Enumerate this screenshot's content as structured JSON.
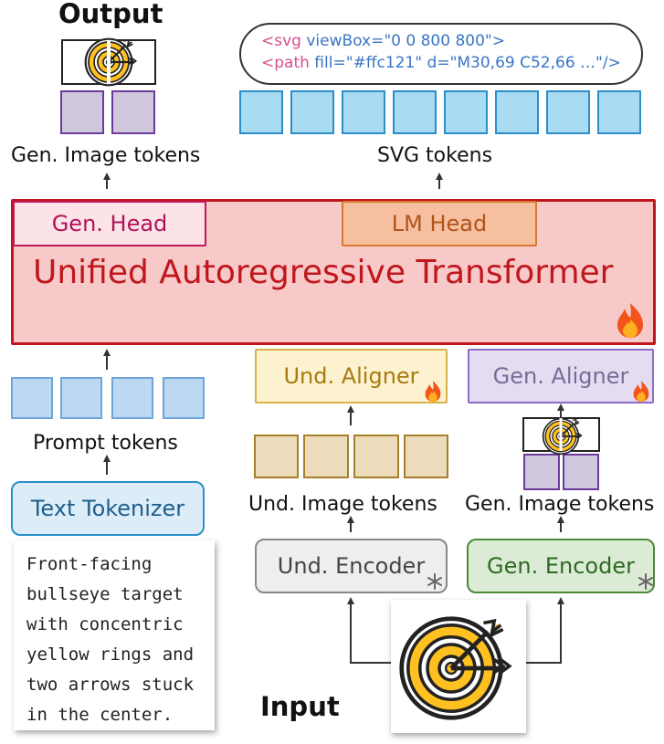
{
  "labels": {
    "output": "Output",
    "input": "Input",
    "gen_image_tokens_top": "Gen. Image tokens",
    "svg_tokens": "SVG tokens",
    "prompt_tokens": "Prompt tokens",
    "und_image_tokens": "Und. Image tokens",
    "gen_image_tokens_bottom": "Gen. Image tokens"
  },
  "transformer": {
    "title": "Unified Autoregressive Transformer",
    "gen_head": "Gen. Head",
    "lm_head": "LM Head"
  },
  "modules": {
    "text_tokenizer": "Text Tokenizer",
    "und_aligner": "Und. Aligner",
    "gen_aligner": "Gen. Aligner",
    "und_encoder": "Und. Encoder",
    "gen_encoder": "Gen. Encoder"
  },
  "code": {
    "line1_tag": "<svg",
    "line1_attr": " viewBox=",
    "line1_val": "\"0 0 800 800\">",
    "line2_tag": "<path",
    "line2_attr1": " fill=",
    "line2_val1": "\"#ffc121\"",
    "line2_attr2": " d=",
    "line2_val2": "\"M30,69 C52,66 …\"/>"
  },
  "prompt_text": {
    "line1": "Front-facing",
    "line2": "bullseye target",
    "line3": "with concentric",
    "line4": "yellow rings and",
    "line5": "two arrows stuck",
    "line6": "in the center."
  },
  "icons": {
    "fire": "fire-icon",
    "snowflake": "snowflake-icon",
    "target": "bullseye-target-icon"
  },
  "colors": {
    "transformer_fill": "#f7c9c9",
    "transformer_border": "#c0171c",
    "gen_head_border": "#c2185b",
    "lm_head_border": "#d77a2c",
    "svg_token": "#a9dbf2",
    "target_yellow": "#ffc121"
  }
}
